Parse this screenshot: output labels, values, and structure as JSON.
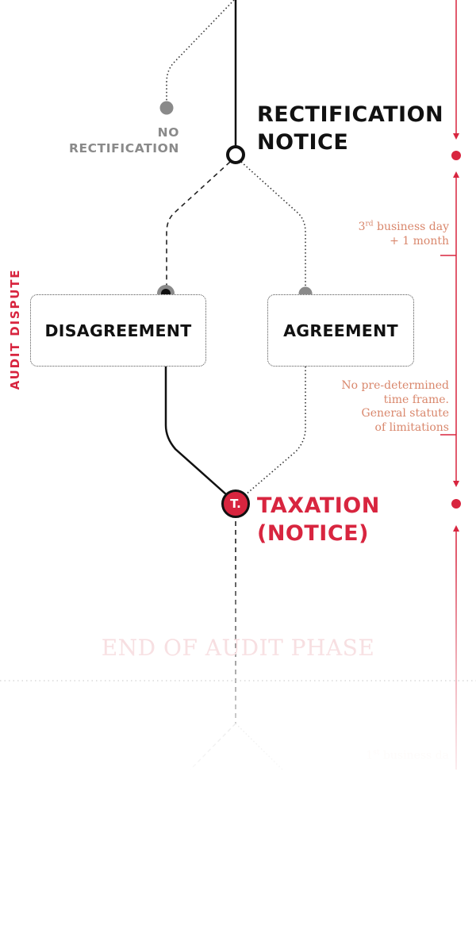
{
  "nodes": {
    "rectification_notice": {
      "line1": "RECTIFICATION",
      "line2": "NOTICE"
    },
    "no_rectification": {
      "line1": "NO",
      "line2": "RECTIFICATION"
    },
    "disagreement": {
      "label": "DISAGREEMENT"
    },
    "agreement": {
      "label": "AGREEMENT"
    },
    "taxation": {
      "line1": "TAXATION",
      "line2": "(NOTICE)",
      "icon_glyph": "T."
    }
  },
  "timeline_notes": {
    "deadline": {
      "ordinal_number": "3",
      "ordinal_suffix": "rd",
      "line1_rest": " business day",
      "line2": "+ 1 month"
    },
    "no_time_frame": {
      "line1": "No pre-determined",
      "line2": "time frame.",
      "line3": "General statute",
      "line4": "of limitations"
    },
    "faded": {
      "ordinal_number": "1",
      "ordinal_suffix": "st",
      "rest": " business da"
    }
  },
  "side_label": "AUDIT DISPUTE",
  "phase_title": "END OF AUDIT PHASE",
  "colors": {
    "accent_red": "#d8253f",
    "note_salmon": "#d9876c",
    "line_dark": "#111111",
    "gray_node": "#8a8a8a"
  }
}
